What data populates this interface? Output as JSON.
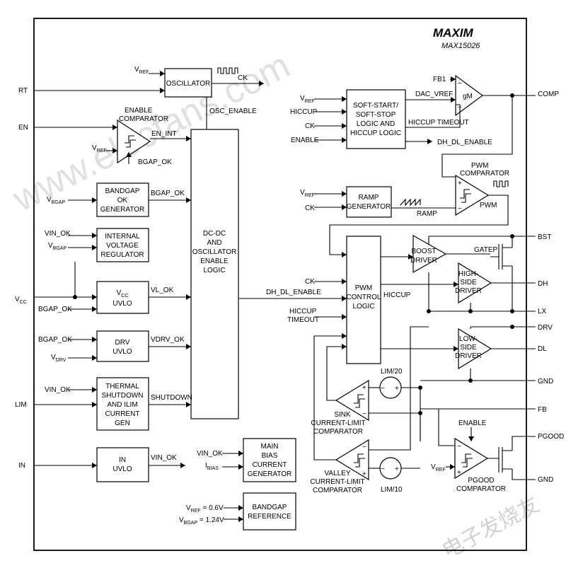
{
  "header": {
    "brand": "MAXIM",
    "part": "MAX15026"
  },
  "watermarks": {
    "site": "www.elecfans.com",
    "cn": "电子发烧友"
  },
  "pins": {
    "rt": "RT",
    "en": "EN",
    "vcc": "V",
    "vcc_sub": "CC",
    "lim": "LIM",
    "in": "IN",
    "comp": "COMP",
    "bst": "BST",
    "dh": "DH",
    "lx": "LX",
    "drv": "DRV",
    "dl": "DL",
    "gnd": "GND",
    "fb": "FB",
    "pgood": "PGOOD",
    "gnd2": "GND"
  },
  "blocks": {
    "oscillator": [
      "OSCILLATOR"
    ],
    "bandgap_ok": [
      "BANDGAP",
      "OK",
      "GENERATOR"
    ],
    "internal_reg": [
      "INTERNAL",
      "VOLTAGE",
      "REGULATOR"
    ],
    "vcc_uvlo": [
      "V",
      "UVLO"
    ],
    "drv_uvlo": [
      "DRV",
      "UVLO"
    ],
    "thermal": [
      "THERMAL",
      "SHUTDOWN",
      "AND ILIM",
      "CURRENT",
      "GEN"
    ],
    "in_uvlo": [
      "IN",
      "UVLO"
    ],
    "dcdc": [
      "DC-DC",
      "AND",
      "OSCILLATOR",
      "ENABLE",
      "LOGIC"
    ],
    "main_bias": [
      "MAIN",
      "BIAS",
      "CURRENT",
      "GENERATOR"
    ],
    "bandgap_ref": [
      "BANDGAP",
      "REFERENCE"
    ],
    "softstart": [
      "SOFT-START/",
      "SOFT-STOP",
      "LOGIC AND",
      "HICCUP LOGIC"
    ],
    "ramp": [
      "RAMP",
      "GENERATOR"
    ],
    "pwm_ctrl": [
      "PWM",
      "CONTROL",
      "LOGIC"
    ]
  },
  "triangles": {
    "gm": "gM",
    "pwm": "PWM",
    "boost": [
      "BOOST",
      "DRIVER"
    ],
    "high_side": [
      "HIGH-",
      "SIDE",
      "DRIVER"
    ],
    "low_side": [
      "LOW-",
      "SIDE",
      "DRIVER"
    ]
  },
  "labels": {
    "vref": "V",
    "ref_sub": "REF",
    "ck": "CK",
    "osc_enable": "OSC_ENABLE",
    "enable_comparator": [
      "ENABLE",
      "COMPARATOR"
    ],
    "en_int": "EN_INT",
    "bgap_ok": "BGAP_OK",
    "vbgap": "V",
    "bgap_sub": "BGAP",
    "bgap_ok_out": "BGAP_OK",
    "vin_ok": "VIN_OK",
    "vl_ok": "VL_OK",
    "vdrv_ok": "VDRV_OK",
    "vdrv": "V",
    "drv_sub": "DRV",
    "shutdown": "SHUTDOWN",
    "dh_dl_enable": "DH_DL_ENABLE",
    "ibias": "I",
    "bias_sub": "BIAS",
    "vref_06": "V",
    "vref_06_val": " = 0.6V",
    "vbgap_124_val": " = 1.24V",
    "fb1": "FB1",
    "dac_vref": "DAC_VREF",
    "hiccup": "HICCUP",
    "enable": "ENABLE",
    "hiccup_timeout": "HICCUP TIMEOUT",
    "dh_dl_enable2": "DH_DL_ENABLE",
    "pwm_comparator": [
      "PWM",
      "COMPARATOR"
    ],
    "ramp": "RAMP",
    "gatep": "GATEP",
    "hiccup_in": [
      "HICCUP",
      "TIMEOUT"
    ],
    "lim20": "LIM/20",
    "lim10": "LIM/10",
    "sink_comp": [
      "SINK",
      "CURRENT-LIMIT",
      "COMPARATOR"
    ],
    "valley_comp": [
      "VALLEY",
      "CURRENT-LIMIT",
      "COMPARATOR"
    ],
    "enable_pg": "ENABLE",
    "pgood_comp": [
      "PGOOD",
      "COMPARATOR"
    ]
  }
}
